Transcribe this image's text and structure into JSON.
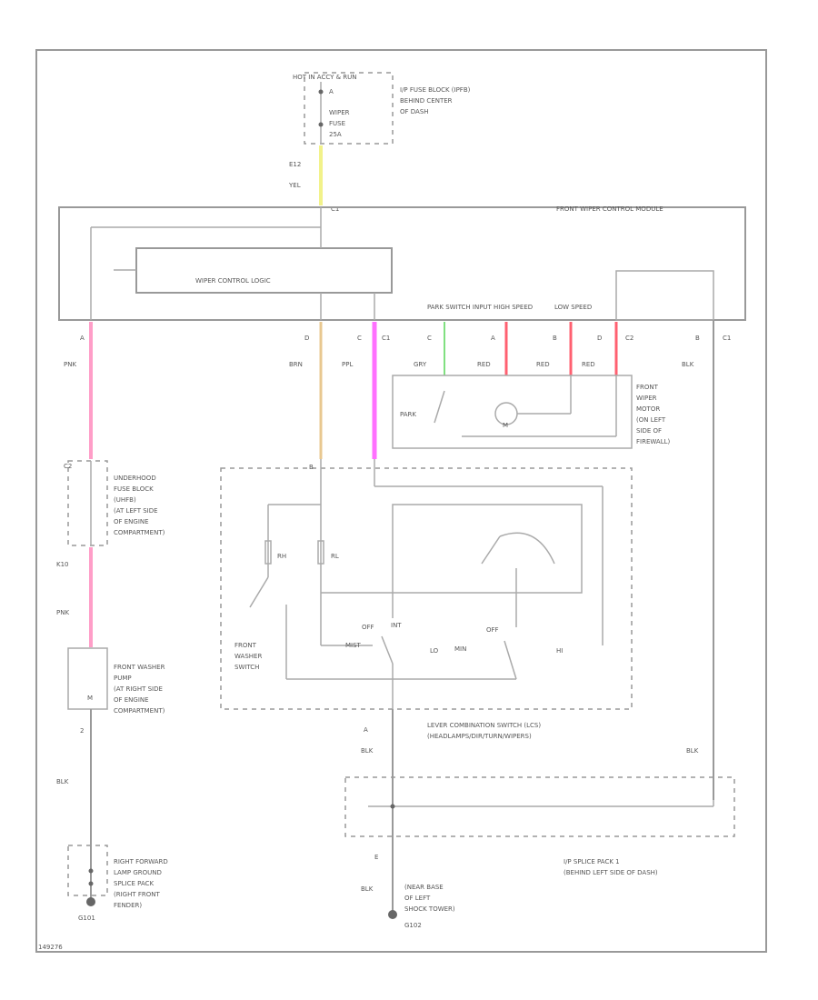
{
  "colors": {
    "yellow": "#f2f28a",
    "pink": "#ff9ec8",
    "tan": "#e8c890",
    "purple": "#ff70ff",
    "green": "#80e080",
    "red": "#ff6070",
    "gray": "#aaaaaa"
  },
  "fuse": {
    "power": "HOT IN ACCY & RUN",
    "loc": [
      "I/P FUSE BLOCK (IPFB)",
      "BEHIND CENTER",
      "OF DASH"
    ],
    "pin_top": "A",
    "name": [
      "WIPER",
      "FUSE",
      "25A"
    ]
  },
  "feed": {
    "circuit": "E12",
    "color": "YEL",
    "conn": "C1"
  },
  "module": {
    "title": "FRONT WIPER CONTROL MODULE",
    "logic": "WIPER CONTROL LOGIC",
    "inputs": [
      "PARK SWITCH INPUT",
      "HIGH SPEED",
      "LOW SPEED"
    ]
  },
  "pins": [
    {
      "pin": "A",
      "wire": "PNK"
    },
    {
      "pin": "D",
      "wire": "BRN"
    },
    {
      "pin": "C",
      "wire": "PPL",
      "conn": "C1"
    },
    {
      "pin": "C",
      "wire": "GRY"
    },
    {
      "pin": "A",
      "wire": "RED"
    },
    {
      "pin": "B",
      "wire": "RED"
    },
    {
      "pin": "D",
      "wire": "RED",
      "conn": "C2"
    },
    {
      "pin": "B",
      "wire": "BLK",
      "conn": "C1"
    }
  ],
  "motor": {
    "park": "PARK",
    "m": "M",
    "loc": [
      "FRONT",
      "WIPER",
      "MOTOR",
      "(ON LEFT",
      "SIDE OF",
      "FIREWALL)"
    ]
  },
  "uhfb": {
    "conn": "C2",
    "loc": [
      "UNDERHOOD",
      "FUSE BLOCK",
      "(UHFB)",
      "(AT LEFT SIDE",
      "OF ENGINE",
      "COMPARTMENT)"
    ],
    "circuit": "K10",
    "wire": "PNK"
  },
  "pump": {
    "loc": [
      "FRONT WASHER",
      "PUMP",
      "(AT RIGHT SIDE",
      "OF ENGINE",
      "COMPARTMENT)"
    ],
    "m": "M",
    "pin": "2",
    "wire": "BLK"
  },
  "ground1": {
    "loc": [
      "RIGHT FORWARD",
      "LAMP GROUND",
      "SPLICE PACK",
      "(RIGHT FRONT",
      "FENDER)"
    ],
    "id": "G101"
  },
  "lcs": {
    "rh": "RH",
    "rl": "RL",
    "washer": [
      "FRONT",
      "WASHER",
      "SWITCH"
    ],
    "positions": [
      "OFF",
      "INT",
      "LO",
      "MIST",
      "OFF",
      "HI",
      "MIN"
    ],
    "loc": [
      "LEVER COMBINATION SWITCH (LCS)",
      "(HEADLAMPS/DIR/TURN/WIPERS)"
    ],
    "pin": "A",
    "wire": "BLK",
    "pin_b": "B",
    "pin_e": "E"
  },
  "splice": {
    "loc": [
      "I/P SPLICE PACK 1",
      "(BEHIND LEFT SIDE OF DASH)"
    ],
    "wire": "BLK"
  },
  "ground2": {
    "wire": "BLK",
    "pin": "E",
    "loc": [
      "(NEAR BASE",
      "OF LEFT",
      "SHOCK TOWER)"
    ],
    "id": "G102"
  },
  "figure_id": "149276"
}
